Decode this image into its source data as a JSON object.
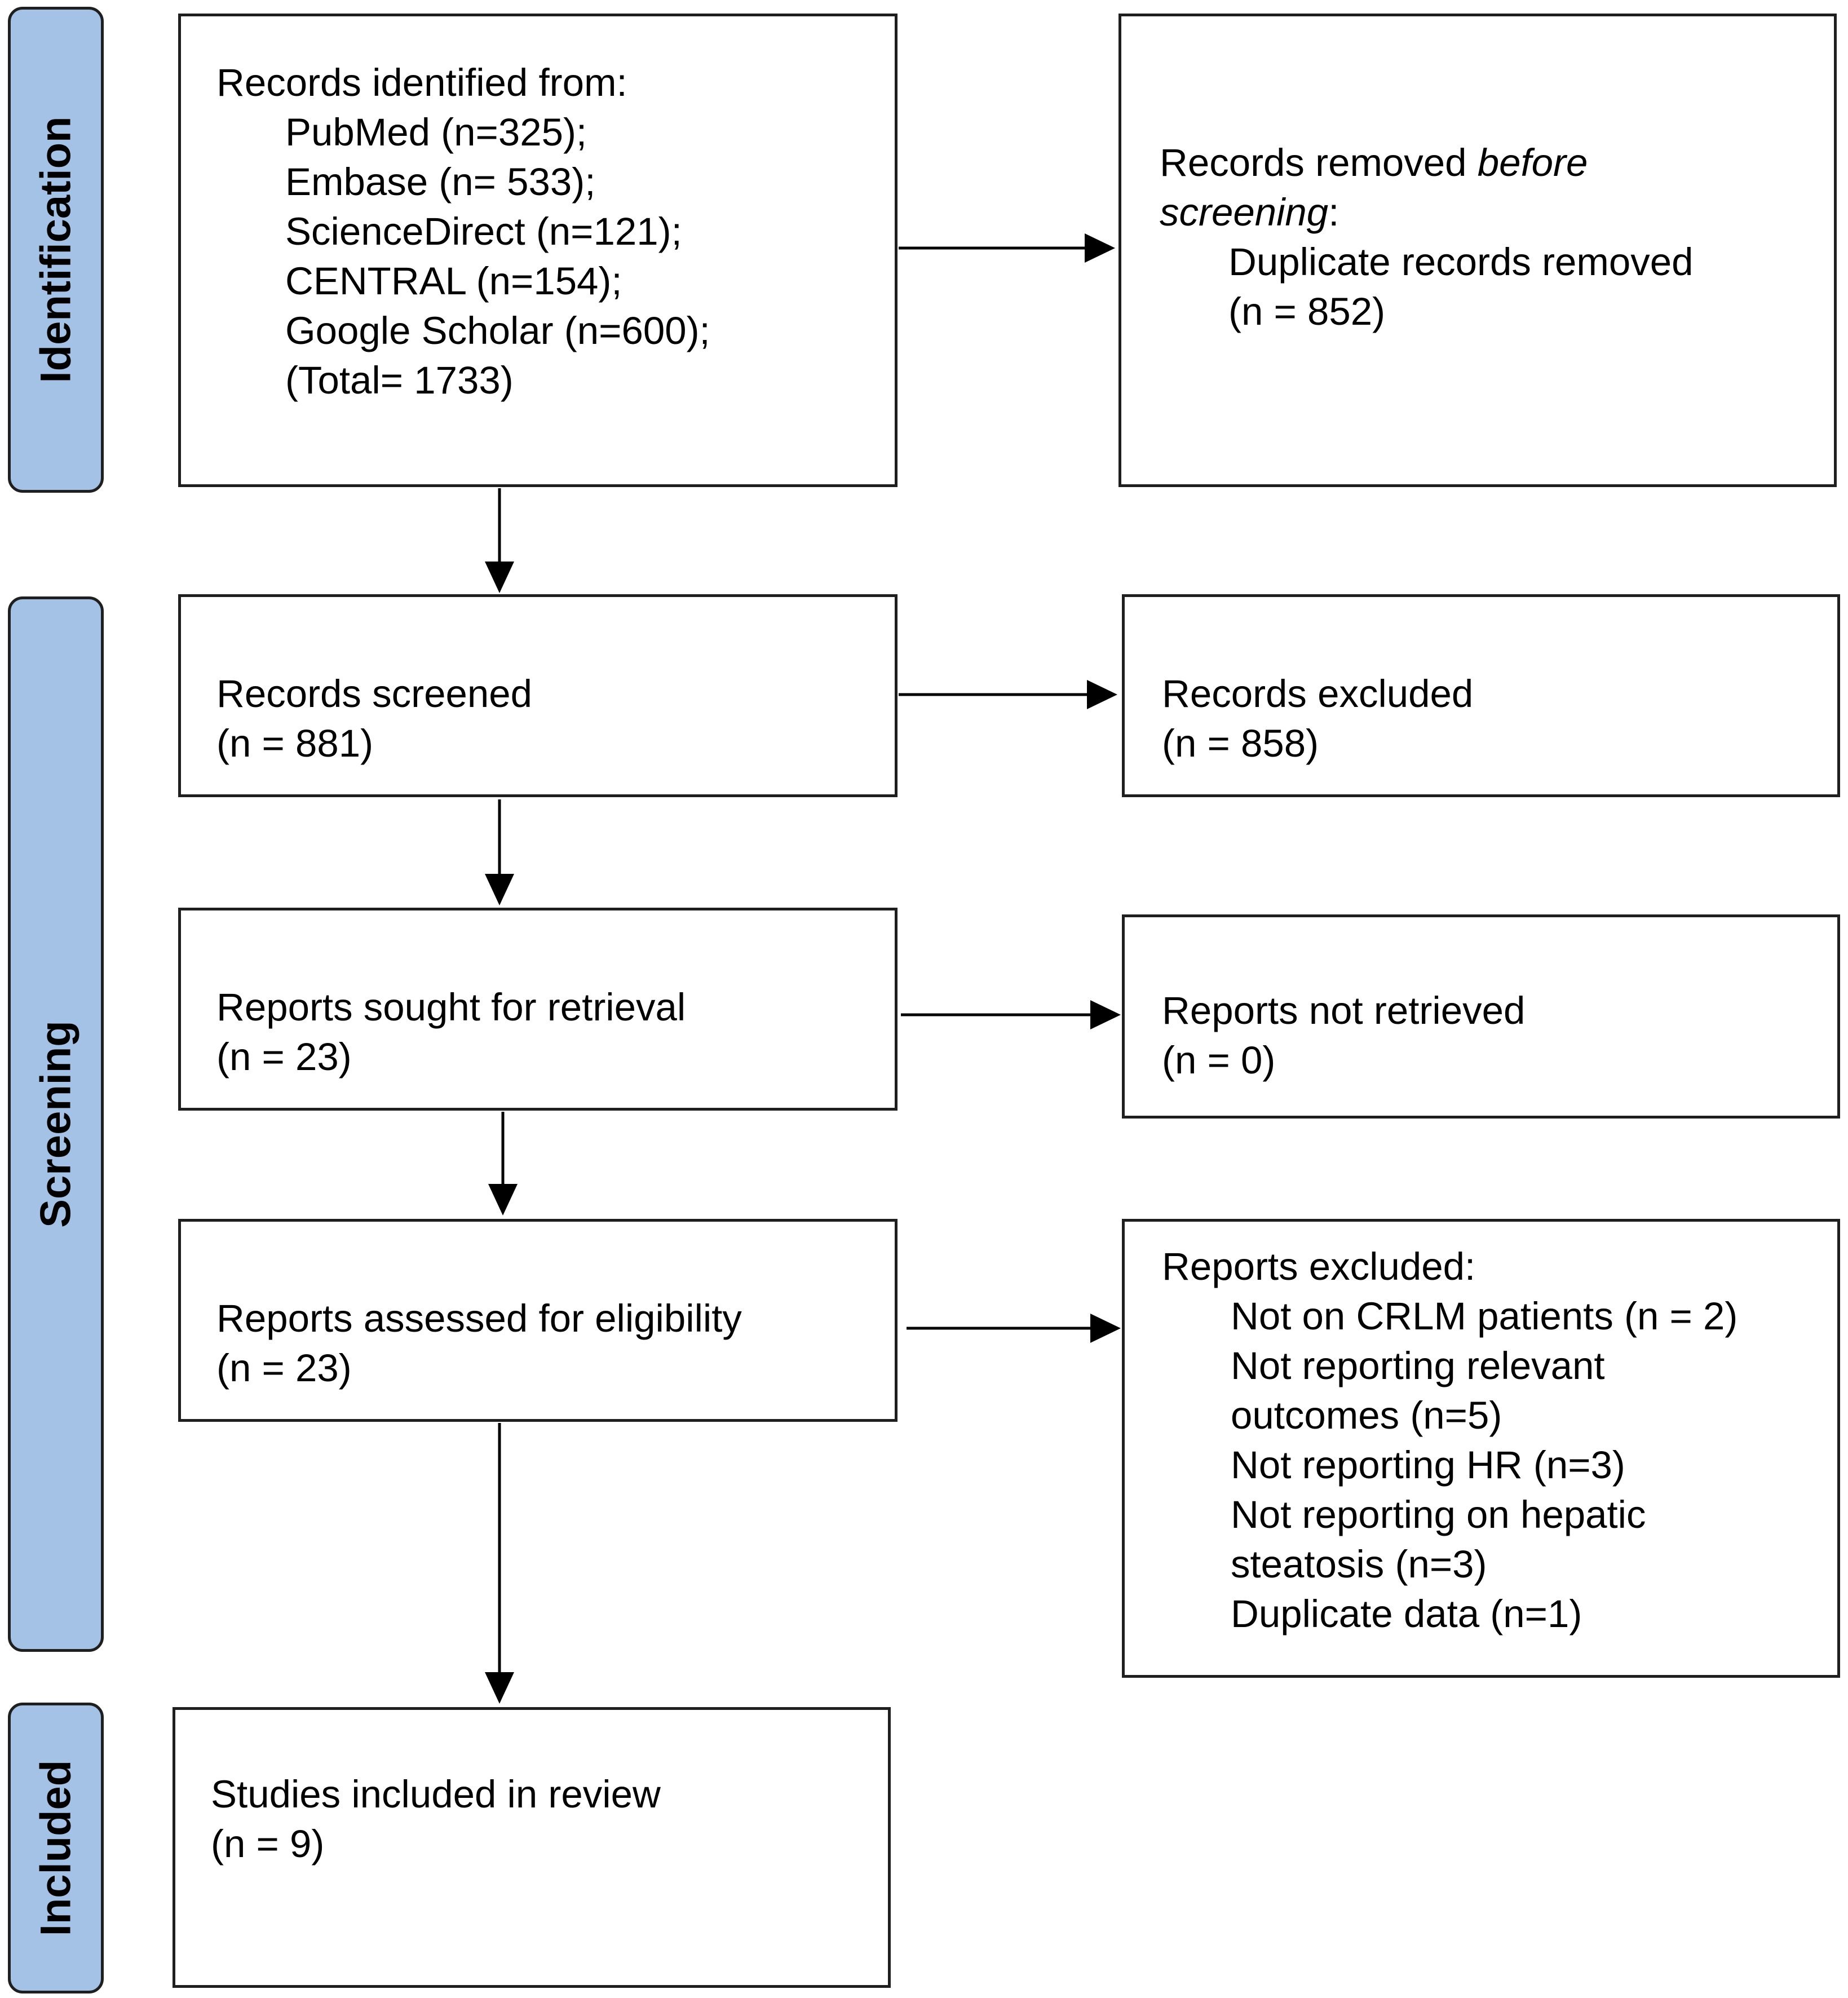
{
  "phases": {
    "identification": "Identification",
    "screening": "Screening",
    "included": "Included"
  },
  "boxes": {
    "identified": {
      "heading": "Records identified from:",
      "sources": [
        "PubMed (n=325);",
        "Embase (n= 533);",
        "ScienceDirect (n=121);",
        "CENTRAL (n=154);",
        "Google Scholar (n=600);",
        "(Total= 1733)"
      ]
    },
    "removed": {
      "line1_prefix": "Records removed ",
      "line1_italic": "before",
      "line2_italic": "screening",
      "line2_suffix": ":",
      "detail": "Duplicate records removed",
      "count": "(n = 852)"
    },
    "screened": {
      "label": "Records screened",
      "count": "(n = 881)"
    },
    "excluded": {
      "label": "Records excluded",
      "count": "(n = 858)"
    },
    "sought": {
      "label": "Reports sought for retrieval",
      "count": "(n = 23)"
    },
    "not_retrieved": {
      "label": "Reports not retrieved",
      "count": "(n = 0)"
    },
    "assessed": {
      "label": "Reports assessed for eligibility",
      "count": "(n = 23)"
    },
    "reports_excluded": {
      "heading": "Reports excluded:",
      "reasons": [
        "Not on CRLM patients (n = 2)",
        "Not reporting relevant",
        "outcomes (n=5)",
        "Not reporting HR (n=3)",
        "Not reporting on hepatic",
        "steatosis (n=3)",
        "Duplicate data (n=1)"
      ]
    },
    "included": {
      "label": "Studies included in review",
      "count": "(n = 9)"
    }
  }
}
